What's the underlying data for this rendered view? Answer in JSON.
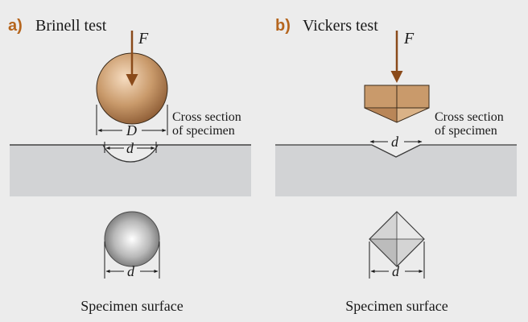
{
  "panels": [
    {
      "letter": "a)",
      "title": "Brinell test",
      "force_label": "F",
      "cross_section_label_1": "Cross section",
      "cross_section_label_2": "of specimen",
      "diameter_label": "D",
      "indent_label": "d",
      "surface_indent_label": "d",
      "surface_caption": "Specimen surface"
    },
    {
      "letter": "b)",
      "title": "Vickers test",
      "force_label": "F",
      "cross_section_label_1": "Cross section",
      "cross_section_label_2": "of specimen",
      "indent_label": "d",
      "surface_indent_label": "d",
      "surface_caption": "Specimen surface"
    }
  ],
  "colors": {
    "background": "#ececec",
    "specimen": "#d2d3d5",
    "indenter": "#c99a6b",
    "arrow": "#8a4a1a",
    "accent": "#b5651d"
  }
}
